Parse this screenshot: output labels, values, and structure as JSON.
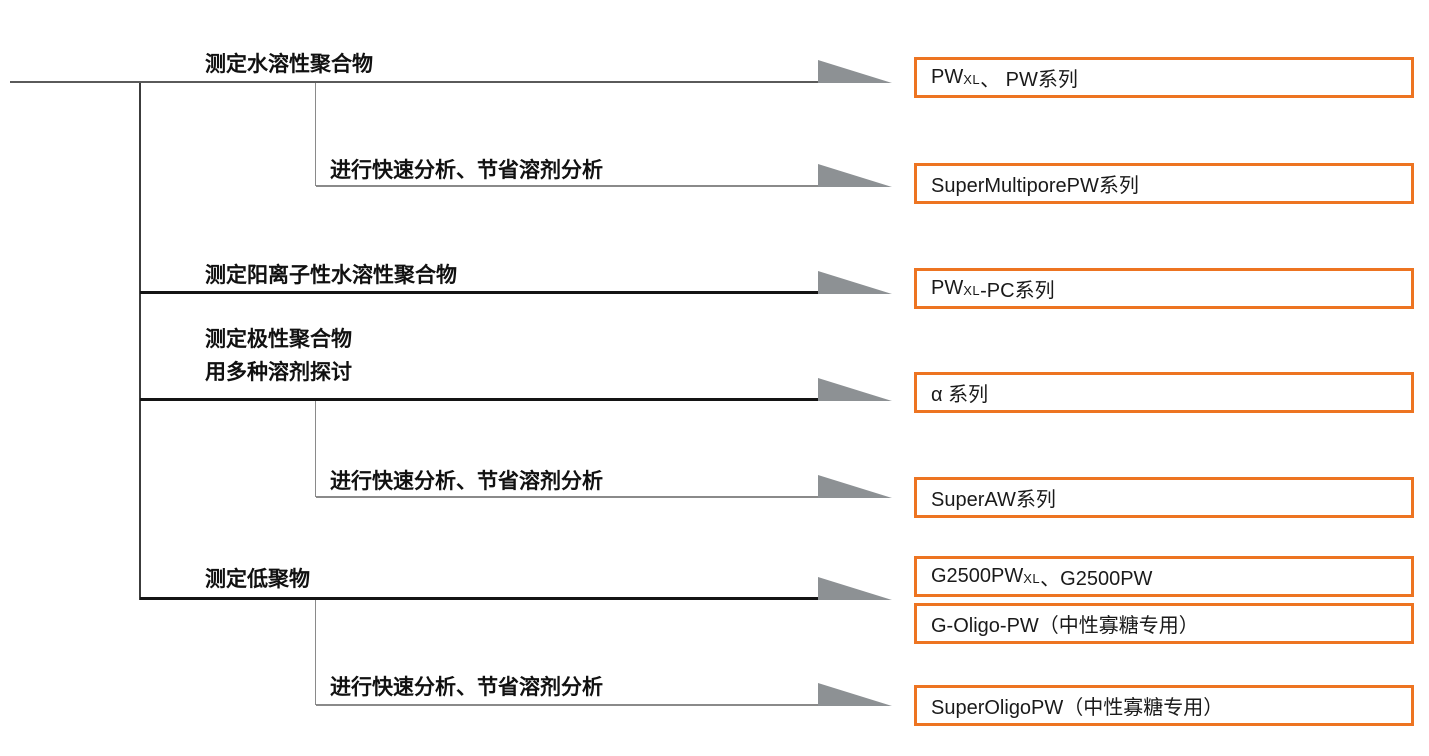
{
  "flowchart": {
    "labels": {
      "water_soluble_polymers": "测定水溶性聚合物",
      "fast_analysis_1": "进行快速分析、节省溶剂分析",
      "cationic_water_soluble_polymers": "测定阳离子性水溶性聚合物",
      "polar_polymers_line1": "测定极性聚合物",
      "polar_polymers_line2": "用多种溶剂探讨",
      "fast_analysis_2": "进行快速分析、节省溶剂分析",
      "oligomers": "测定低聚物",
      "fast_analysis_3": "进行快速分析、节省溶剂分析"
    },
    "boxes": {
      "pw_series": {
        "pre": "PW",
        "sub": "XL",
        "post": " 、 PW系列"
      },
      "supermultipore_pw": {
        "pre": "SuperMultiporePW系列",
        "sub": "",
        "post": ""
      },
      "pwxl_pc": {
        "pre": "PW",
        "sub": "XL",
        "post": " -PC系列"
      },
      "alpha_series": {
        "pre": "α 系列",
        "sub": "",
        "post": ""
      },
      "super_aw": {
        "pre": "SuperAW系列",
        "sub": "",
        "post": ""
      },
      "g2500": {
        "pre": "G2500PW",
        "sub": "XL",
        "post": "、G2500PW"
      },
      "g_oligo_pw": {
        "pre": "G-Oligo-PW（中性寡糖专用）",
        "sub": "",
        "post": ""
      },
      "super_oligo_pw": {
        "pre": "SuperOligoPW（中性寡糖专用）",
        "sub": "",
        "post": ""
      }
    },
    "colors": {
      "box_border": "#ed7421",
      "arrow_fill": "#8d9194",
      "main_line": "#141414",
      "sub_line": "#8a8a8a"
    }
  }
}
